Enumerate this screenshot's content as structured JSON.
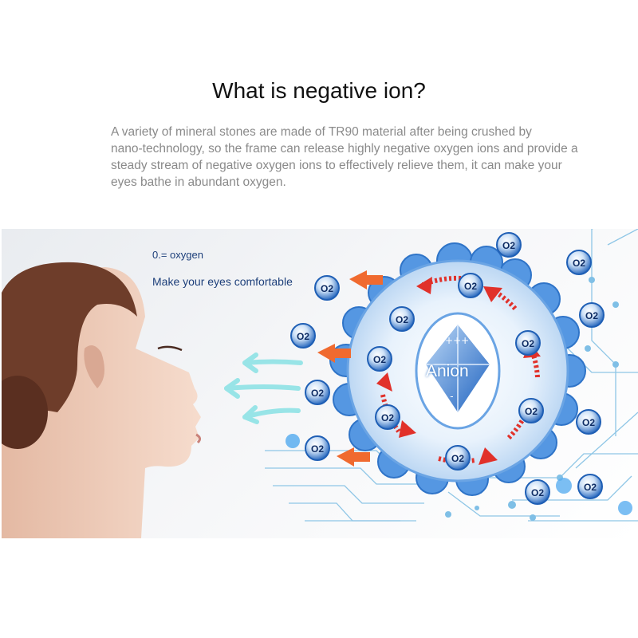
{
  "heading": "What is negative ion?",
  "description_lines": [
    "A variety of mineral stones are made of TR90 material after being crushed by",
    "nano-technology, so the frame can release highly negative oxygen ions and provide a",
    "steady stream of negative oxygen ions to effectively relieve them, it can make your",
    "eyes bathe in abundant oxygen."
  ],
  "illustration": {
    "legend": "0.= oxygen",
    "caption": "Make your eyes comfortable",
    "center_label": "Anion",
    "molecule_label": "O2"
  },
  "colors": {
    "primary_blue": "#3f86d6",
    "arrow_red": "#e1312a",
    "arrow_orange": "#f06a2f",
    "circuit": "#8ec6e6",
    "wind": "#8fe3e6"
  }
}
